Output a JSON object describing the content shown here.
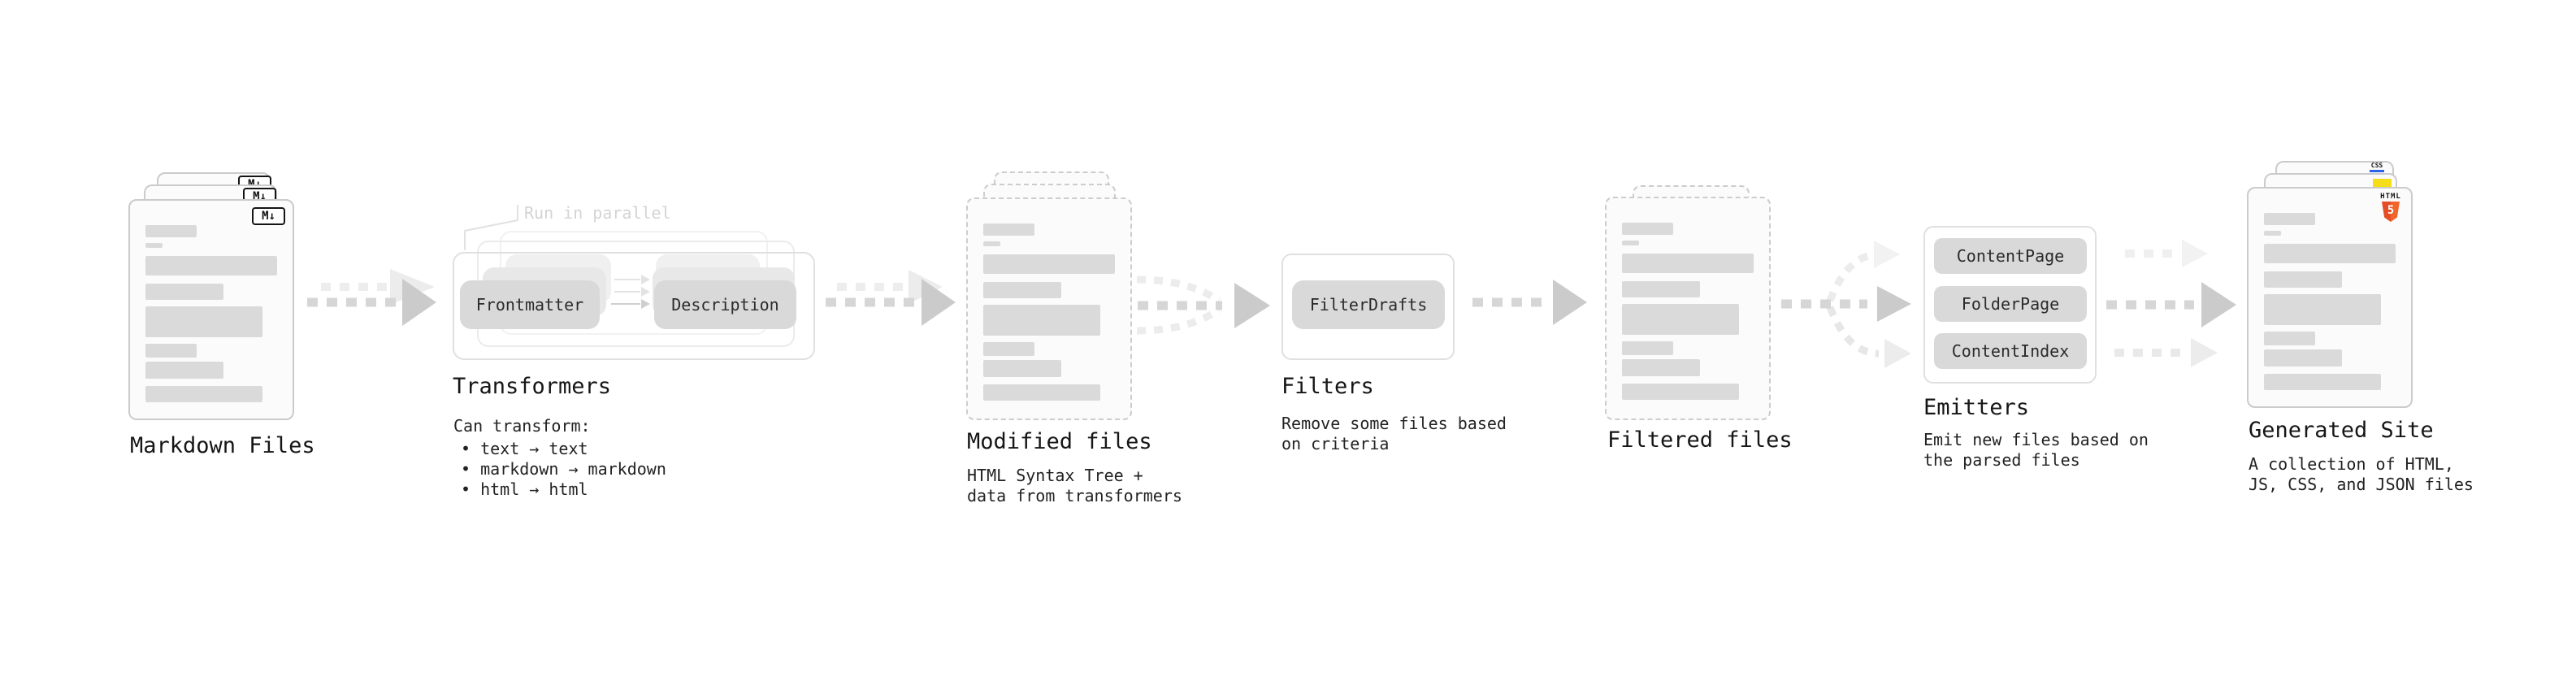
{
  "stages": {
    "markdown_files": {
      "title": "Markdown Files",
      "badge": "M↓"
    },
    "transformers": {
      "title": "Transformers",
      "annotation": "Run in parallel",
      "pill_frontmatter": "Frontmatter",
      "pill_description": "Description",
      "desc_heading": "Can transform:",
      "bullets": [
        "• text → text",
        "• markdown → markdown",
        "• html → html"
      ]
    },
    "modified_files": {
      "title": "Modified files",
      "desc": "HTML Syntax Tree +\ndata from transformers"
    },
    "filters": {
      "title": "Filters",
      "pill": "FilterDrafts",
      "desc": "Remove some files based\non criteria"
    },
    "filtered_files": {
      "title": "Filtered files"
    },
    "emitters": {
      "title": "Emitters",
      "pills": [
        "ContentPage",
        "FolderPage",
        "ContentIndex"
      ],
      "desc": "Emit new files based on\nthe parsed files"
    },
    "generated_site": {
      "title": "Generated Site",
      "desc": "A collection of HTML,\nJS, CSS, and JSON files",
      "html_badge": {
        "label": "HTML",
        "number": "5"
      },
      "css_badge": "CSS"
    }
  },
  "colors": {
    "html5_orange": "#e44d26",
    "js_yellow": "#f5de19",
    "css_blue": "#2b62e8",
    "skeleton_gray": "#dadada",
    "arrow_gray": "#d6d6d6"
  }
}
